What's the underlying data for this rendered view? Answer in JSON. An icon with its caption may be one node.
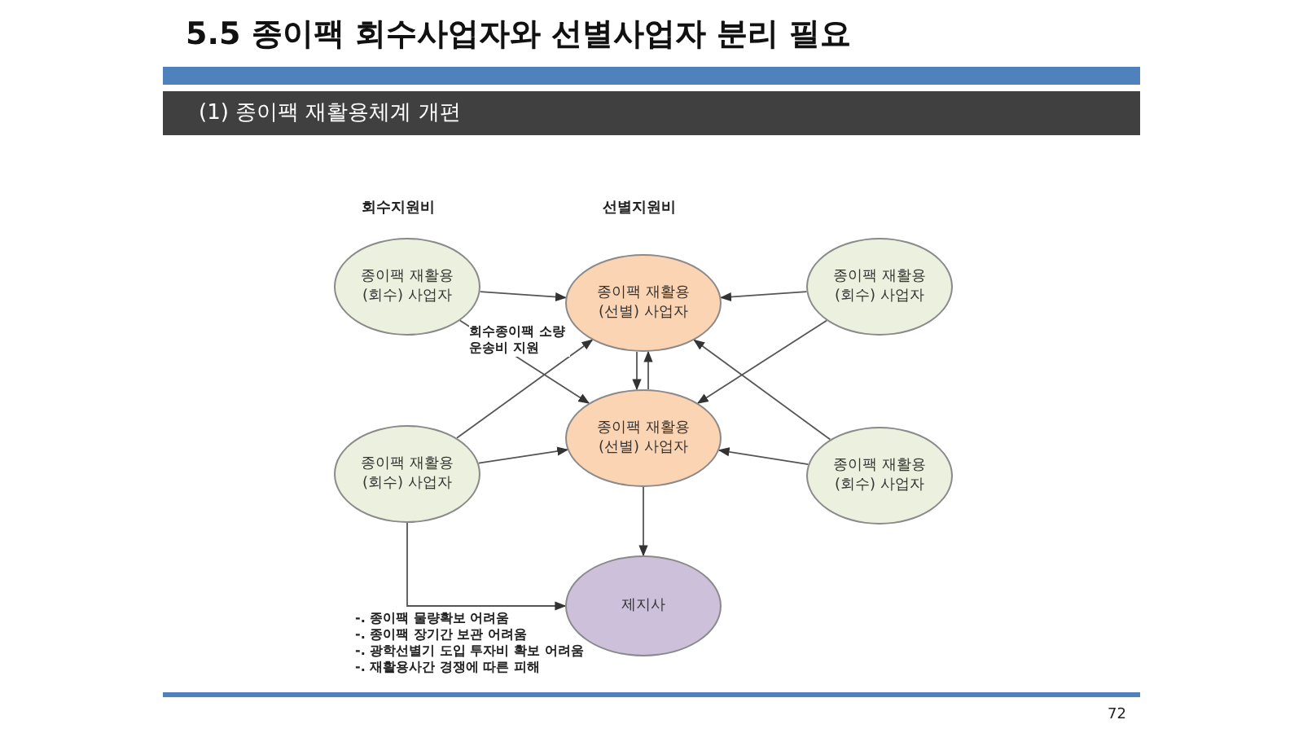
{
  "diagram": {
    "title": "5.5 종이팩 회수사업자와 선별사업자 분리 필요",
    "nodes": [
      {
        "text": [
          "종이팩 재활용(회수) 사업자"
        ]
      },
      {
        "text": [
          "종이팩 재활용(선별) 사업자"
        ]
      },
      {
        "text": [
          "종이팩 재활용(회수) 사업자"
        ]
      },
      {
        "text": [
          "종이팩 재활용(회수) 사업자"
        ]
      },
      {
        "text": [
          "종이팩 재활용(선별) 사업자"
        ]
      },
      {
        "text": [
          "종이팩 재활용(회수) 사업자"
        ]
      },
      {
        "text": [
          "제지사"
        ]
      }
    ],
    "edges": [
      {
        "from": 0,
        "to": 1,
        "arrow": "to"
      },
      {
        "from": 0,
        "to": 4,
        "arrow": "to"
      },
      {
        "from": 3,
        "to": 1,
        "arrow": "to"
      },
      {
        "from": 3,
        "to": 4,
        "arrow": "to"
      },
      {
        "from": 2,
        "to": 1,
        "arrow": "to"
      },
      {
        "from": 2,
        "to": 4,
        "arrow": "to"
      },
      {
        "from": 5,
        "to": 1,
        "arrow": "to"
      },
      {
        "from": 5,
        "to": 4,
        "arrow": "to"
      },
      {
        "from": 1,
        "to": 4,
        "arrow": "to"
      },
      {
        "from": 4,
        "to": 1,
        "arrow": "to"
      },
      {
        "from": 4,
        "to": 6,
        "arrow": "to"
      },
      {
        "from": 3,
        "to": 6,
        "arrow": "to"
      }
    ],
    "labels": [
      "(1) 종이팩 재활용체계 개편",
      "회수지원비",
      "선별지원비",
      "회수종이팩 소량 운송비 지원",
      "-. 종이팩 물량확보 어려움",
      "-. 종이팩 장기간 보관 어려움",
      "-. 광학선별기 도입 투자비 확보 어려움",
      "-. 재활용사간 경쟁에 따른 피해",
      "72"
    ]
  }
}
